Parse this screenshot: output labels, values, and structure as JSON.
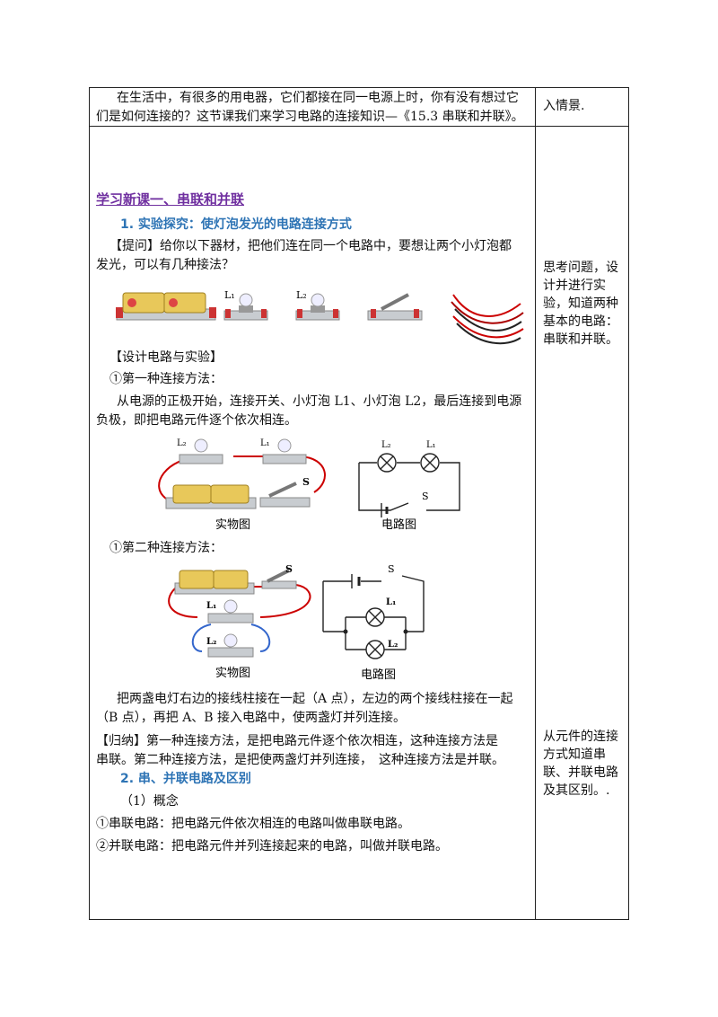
{
  "intro": {
    "line1": "在生活中，有很多的用电器，它们都接在同一电源上时，你有没有想过它",
    "line2": "们是如何连接的？这节课我们来学习电路的连接知识—《15.3 串联和并联》。",
    "side": "入情景."
  },
  "section": {
    "title": "学习新课一、串联和并联",
    "sub1": "1. 实验探究：使灯泡发光的电路连接方式",
    "q1": "【提问】给你以下器材，把他们连在同一个电路中，要想让两个小灯泡都",
    "q2": "发光，可以有几种接法？",
    "design": "【设计电路与实验】",
    "m1": "①第一种连接方法：",
    "m1d1": "从电源的正极开始，连接开关、小灯泡 L1、小灯泡 L2，最后连接到电源",
    "m1d2": "负极，即把电路元件逐个依次相连。",
    "m2": "①第二种连接方法：",
    "p1": "把两盏电灯右边的接线柱接在一起（A 点），左边的两个接线柱接在一起",
    "p2": "（B 点），再把 A、B 接入电路中，使两盏灯并列连接。",
    "s1": "【归纳】第一种连接方法，是把电路元件逐个依次相连，这种连接方法是",
    "s2": "串联。第二种连接方法，是把使两盏灯并列连接，　这种连接方法是并联。",
    "sub2": "2. 串、并联电路及区别",
    "concept": "（1）概念",
    "c1": "①串联电路：把电路元件依次相连的电路叫做串联电路。",
    "c2": "②并联电路：把电路元件并列连接起来的电路，叫做并联电路。"
  },
  "labels": {
    "L1": "L₁",
    "L2": "L₂",
    "S": "S",
    "real": "实物图",
    "diagram": "电路图",
    "L1b": "L₁",
    "L2b": "L₂"
  },
  "side": {
    "s1": "思考问题，设计并进行实验，知道两种基本的电路：串联和并联。",
    "s2": "从元件的连接方式知道串联、并联电路及其区别。."
  }
}
